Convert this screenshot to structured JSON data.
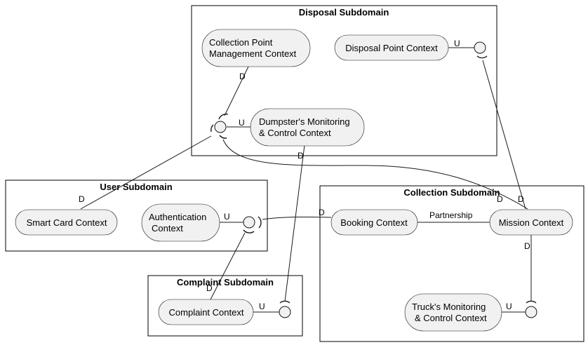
{
  "packages": {
    "disposal": "Disposal Subdomain",
    "user": "User Subdomain",
    "collection": "Collection Subdomain",
    "complaint": "Complaint Subdomain"
  },
  "contexts": {
    "collection_point_l1": "Collection Point",
    "collection_point_l2": "Management Context",
    "disposal_point": "Disposal Point Context",
    "dumpster_l1": "Dumpster's Monitoring",
    "dumpster_l2": "& Control Context",
    "smart_card": "Smart Card Context",
    "authentication_l1": "Authentication",
    "authentication_l2": "Context",
    "complaint": "Complaint Context",
    "booking": "Booking Context",
    "mission": "Mission Context",
    "truck_l1": "Truck's Monitoring",
    "truck_l2": "& Control Context"
  },
  "labels": {
    "upstream": "U",
    "downstream": "D",
    "partnership": "Partnership"
  }
}
